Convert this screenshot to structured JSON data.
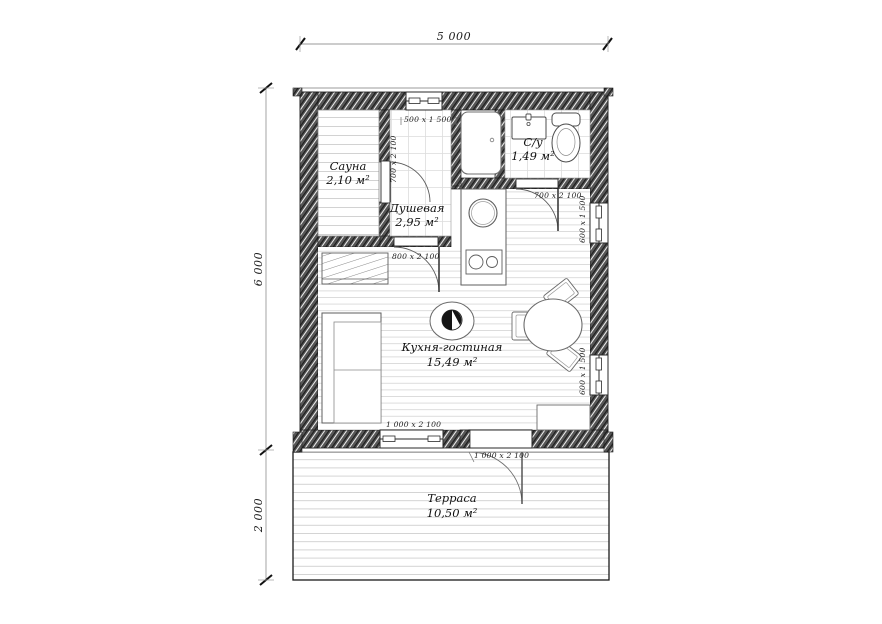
{
  "drawing": {
    "title": "Floor plan",
    "units": "mm",
    "colors": {
      "wall_hatch": "#4a4a4a",
      "line": "#1a1a1a",
      "dimension_line": "#8c8c8c",
      "floor_line": "#c9c9c9",
      "background": "#ffffff"
    }
  },
  "dimensions": {
    "top": {
      "label": "5 000",
      "orientation": "horizontal"
    },
    "left_house": {
      "label": "6 000",
      "orientation": "vertical"
    },
    "left_terrace": {
      "label": "2 000",
      "orientation": "vertical"
    }
  },
  "rooms": [
    {
      "id": "sauna",
      "name": "Сауна",
      "area": "2,10 м²"
    },
    {
      "id": "shower",
      "name": "Душевая",
      "area": "2,95 м²"
    },
    {
      "id": "wc",
      "name": "С/у",
      "area": "1,49 м²"
    },
    {
      "id": "kitchen",
      "name": "Кухня-гостиная",
      "area": "15,49 м²"
    },
    {
      "id": "terrace",
      "name": "Терраса",
      "area": "10,50 м²"
    }
  ],
  "openings": [
    {
      "id": "window-top",
      "type": "window",
      "label": "500 x 1 500"
    },
    {
      "id": "door-sauna",
      "type": "door",
      "label": "700 x 2 100"
    },
    {
      "id": "door-wc",
      "type": "door",
      "label": "700 x 2 100"
    },
    {
      "id": "door-shower",
      "type": "door",
      "label": "800 x 2 100"
    },
    {
      "id": "window-right-upper",
      "type": "window",
      "label": "600 x 1 500"
    },
    {
      "id": "window-right-lower",
      "type": "window",
      "label": "600 x 1 500"
    },
    {
      "id": "window-bottom",
      "type": "window",
      "label": "1 000 x 2 100"
    },
    {
      "id": "door-terrace",
      "type": "door",
      "label": "1 000 x 2 100"
    }
  ],
  "furniture": [
    {
      "id": "sauna-bench",
      "name": "sauna-bench"
    },
    {
      "id": "shower-tray",
      "name": "shower-tray"
    },
    {
      "id": "wc-sink",
      "name": "washbasin"
    },
    {
      "id": "wc-toilet",
      "name": "toilet"
    },
    {
      "id": "kitchen-counter",
      "name": "kitchen-counter"
    },
    {
      "id": "kitchen-sink",
      "name": "kitchen-sink"
    },
    {
      "id": "kitchen-stove",
      "name": "cooktop"
    },
    {
      "id": "sofa",
      "name": "sofa"
    },
    {
      "id": "wardrobe",
      "name": "wardrobe"
    },
    {
      "id": "stove-round",
      "name": "wood-stove"
    },
    {
      "id": "dining-table",
      "name": "round-dining-table"
    },
    {
      "id": "chair-left",
      "name": "chair"
    },
    {
      "id": "chair-top",
      "name": "chair"
    },
    {
      "id": "chair-bottom",
      "name": "chair"
    }
  ]
}
